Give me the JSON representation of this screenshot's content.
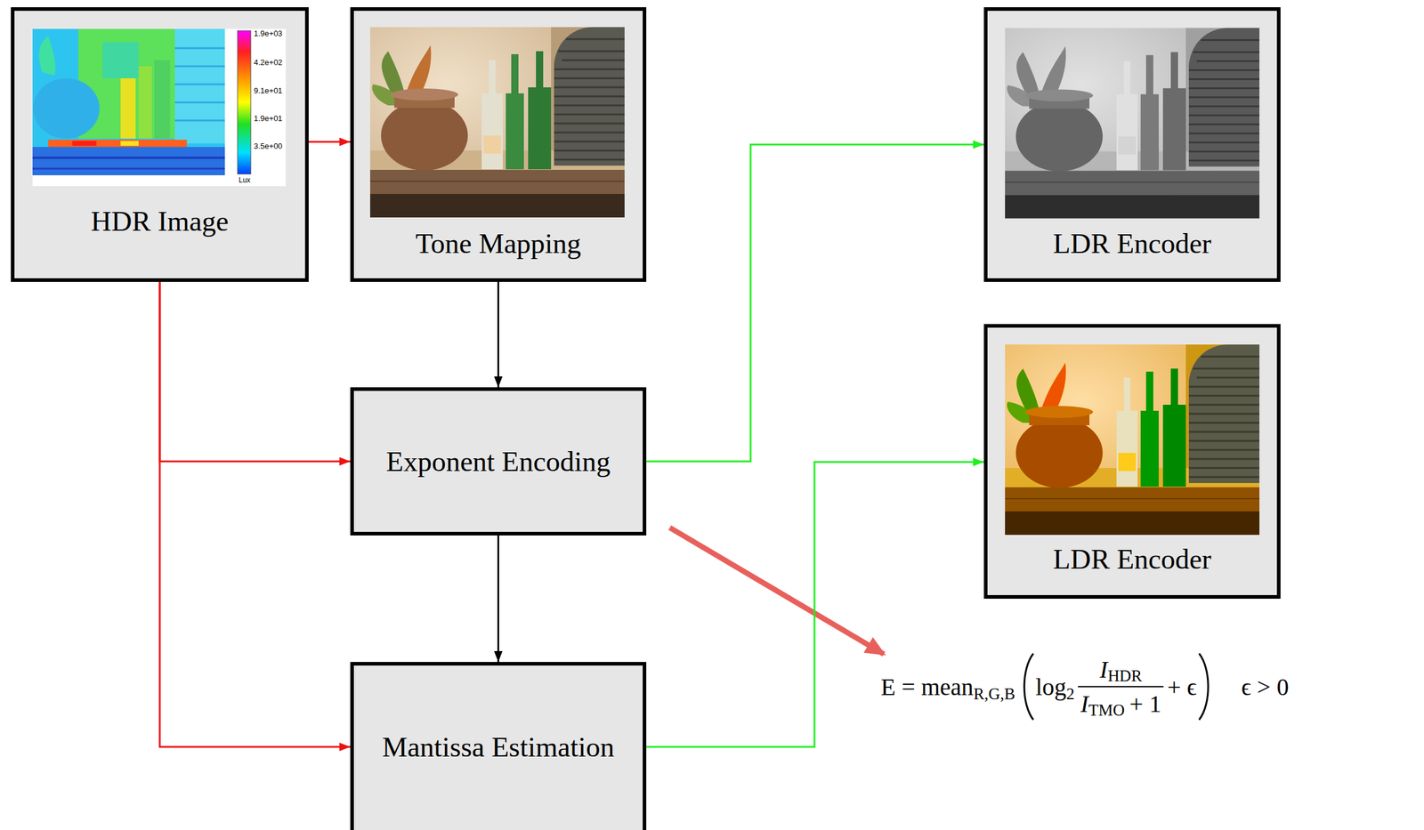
{
  "diagram": {
    "nodes": [
      {
        "text": [
          "HDR Image"
        ]
      },
      {
        "text": [
          "Tone Mapping"
        ]
      },
      {
        "text": [
          "Exponent Encoding"
        ]
      },
      {
        "text": [
          "Mantissa Estimation"
        ]
      },
      {
        "text": [
          "LDR Encoder"
        ]
      },
      {
        "text": [
          "LDR Encoder"
        ]
      }
    ],
    "edges": [
      {
        "from": 0,
        "to": 1,
        "arrow": "to"
      },
      {
        "from": 0,
        "to": 2,
        "arrow": "to"
      },
      {
        "from": 0,
        "to": 3,
        "arrow": "to"
      },
      {
        "from": 1,
        "to": 2,
        "arrow": "to"
      },
      {
        "from": 2,
        "to": 3,
        "arrow": "to"
      },
      {
        "from": 2,
        "to": 4,
        "arrow": "to"
      },
      {
        "from": 3,
        "to": 5,
        "arrow": "to"
      }
    ],
    "labels": [
      "1.9e+03",
      "4.2e+02",
      "9.1e+01",
      "1.9e+01",
      "3.5e+00",
      "Lux",
      "E = mean",
      "R,G,B",
      "log",
      "2",
      "I",
      "HDR",
      "I",
      "TMO",
      "+ 1",
      "+ ϵ",
      "ϵ > 0"
    ]
  }
}
